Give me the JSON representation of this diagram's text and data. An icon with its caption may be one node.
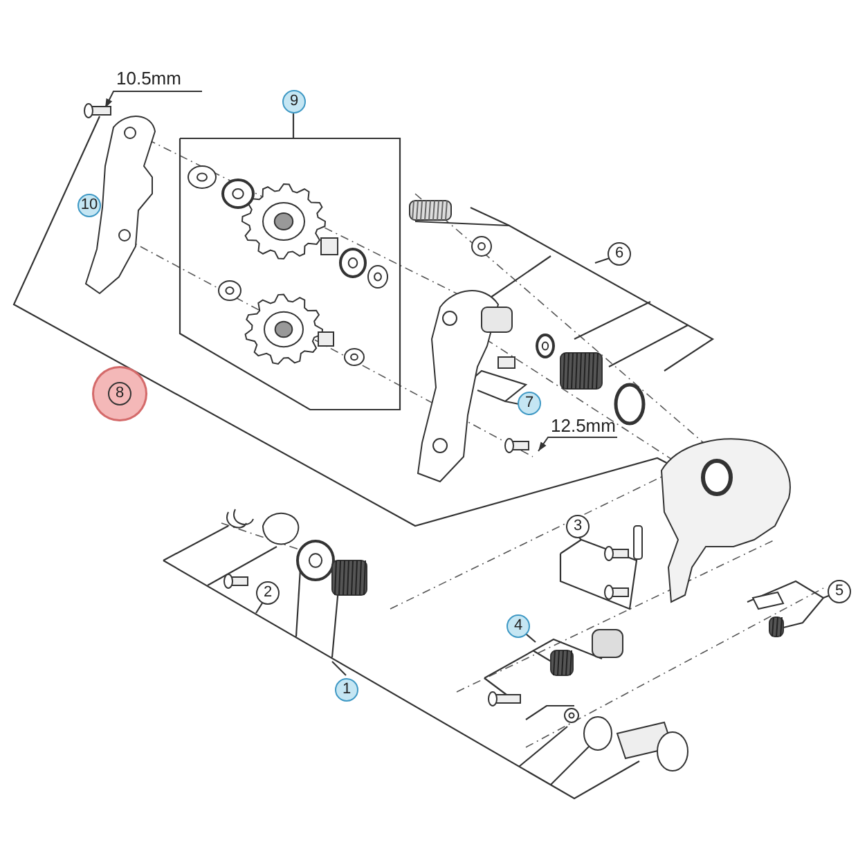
{
  "diagram": {
    "labels": [
      "10.5mm",
      "9",
      "10",
      "6",
      "8",
      "7",
      "12.5mm",
      "3",
      "5",
      "2",
      "4",
      "1"
    ]
  }
}
